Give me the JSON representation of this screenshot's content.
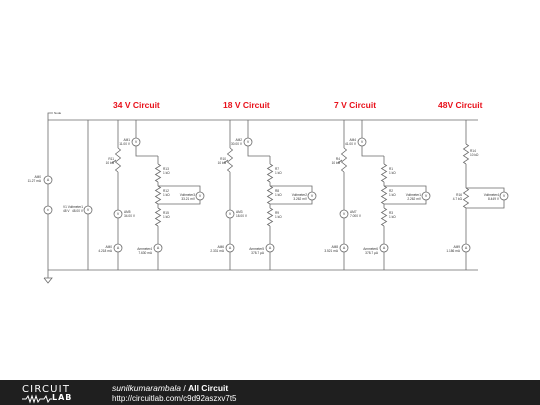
{
  "circuit_titles": [
    "34 V Circuit",
    "18 V Circuit",
    "7 V Circuit",
    "48V Circuit"
  ],
  "colors": {
    "title_red": "#e8101a",
    "wire": "#6a6a6a",
    "footer_bg": "#1f1f1f",
    "logo_text": "#ffffff"
  },
  "labels": {
    "node": "Node",
    "source_amm": "AM0",
    "source_amm_val": "11.27 mA",
    "battery": "V1",
    "battery_val": "48 V",
    "voltmeter_main": "Voltmeter1",
    "voltmeter_main_val": "48.00 V",
    "c34": {
      "top_meter": "AM1",
      "top_meter_val": "11.00 V",
      "pot": "R11",
      "pot_val": "10 kΩ",
      "r_top": "R13",
      "r_top_val": "1 kΩ",
      "r_mid": "R12",
      "r_mid_val": "1 kΩ",
      "r_bot": "R15",
      "r_bot_val": "1 kΩ",
      "mid_meter": "AM5",
      "mid_meter_val": "34.00 V",
      "ammeter": "AM0",
      "ammeter_val": "4.218 mA",
      "ammeter2": "Ammeter4",
      "ammeter2_val": "7.630 mA",
      "voltmeter": "Voltmeter3",
      "voltmeter_val": "33.21 mV"
    },
    "c18": {
      "top_meter": "AM2",
      "top_meter_val": "30.00 V",
      "pot": "R10",
      "pot_val": "10 kΩ",
      "r_top": "R7",
      "r_top_val": "1 kΩ",
      "r_mid": "R8",
      "r_mid_val": "1 kΩ",
      "r_bot": "R9",
      "r_bot_val": "1 kΩ",
      "mid_meter": "AM3",
      "mid_meter_val": "18.00 V",
      "ammeter": "AM6",
      "ammeter_val": "2.331 mA",
      "ammeter2": "Ammeter5",
      "ammeter2_val": "378.7 µA",
      "voltmeter": "Voltmeter2",
      "voltmeter_val": "3.262 mV"
    },
    "c7": {
      "top_meter": "AM4",
      "top_meter_val": "41.00 V",
      "pot": "R4",
      "pot_val": "10 kΩ",
      "r_top": "R1",
      "r_top_val": "1 kΩ",
      "r_mid": "R2",
      "r_mid_val": "1 kΩ",
      "r_bot": "R3",
      "r_bot_val": "1 kΩ",
      "mid_meter": "AM7",
      "mid_meter_val": "7.000 V",
      "ammeter": "AM8",
      "ammeter_val": "3.521 mA",
      "ammeter2": "Ammeter6",
      "ammeter2_val": "378.7 µA",
      "voltmeter": "Voltmeter1",
      "voltmeter_val": "2.262 mV"
    },
    "c48": {
      "r_top": "R14",
      "r_top_val": "10 kΩ",
      "r_mid": "R16",
      "r_mid_val": "4.7 kΩ",
      "ammeter": "AM9",
      "ammeter_val": "1.186 mA",
      "voltmeter": "Voltmeter4",
      "voltmeter_val": "8.449 V"
    }
  },
  "footer": {
    "logo_top": "CIRCUIT",
    "logo_bottom": "LAB",
    "author": "sunilkumarambala",
    "separator": " / ",
    "title": "All Circuit",
    "url": "http://circuitlab.com/c9d92aszxv7t5"
  }
}
